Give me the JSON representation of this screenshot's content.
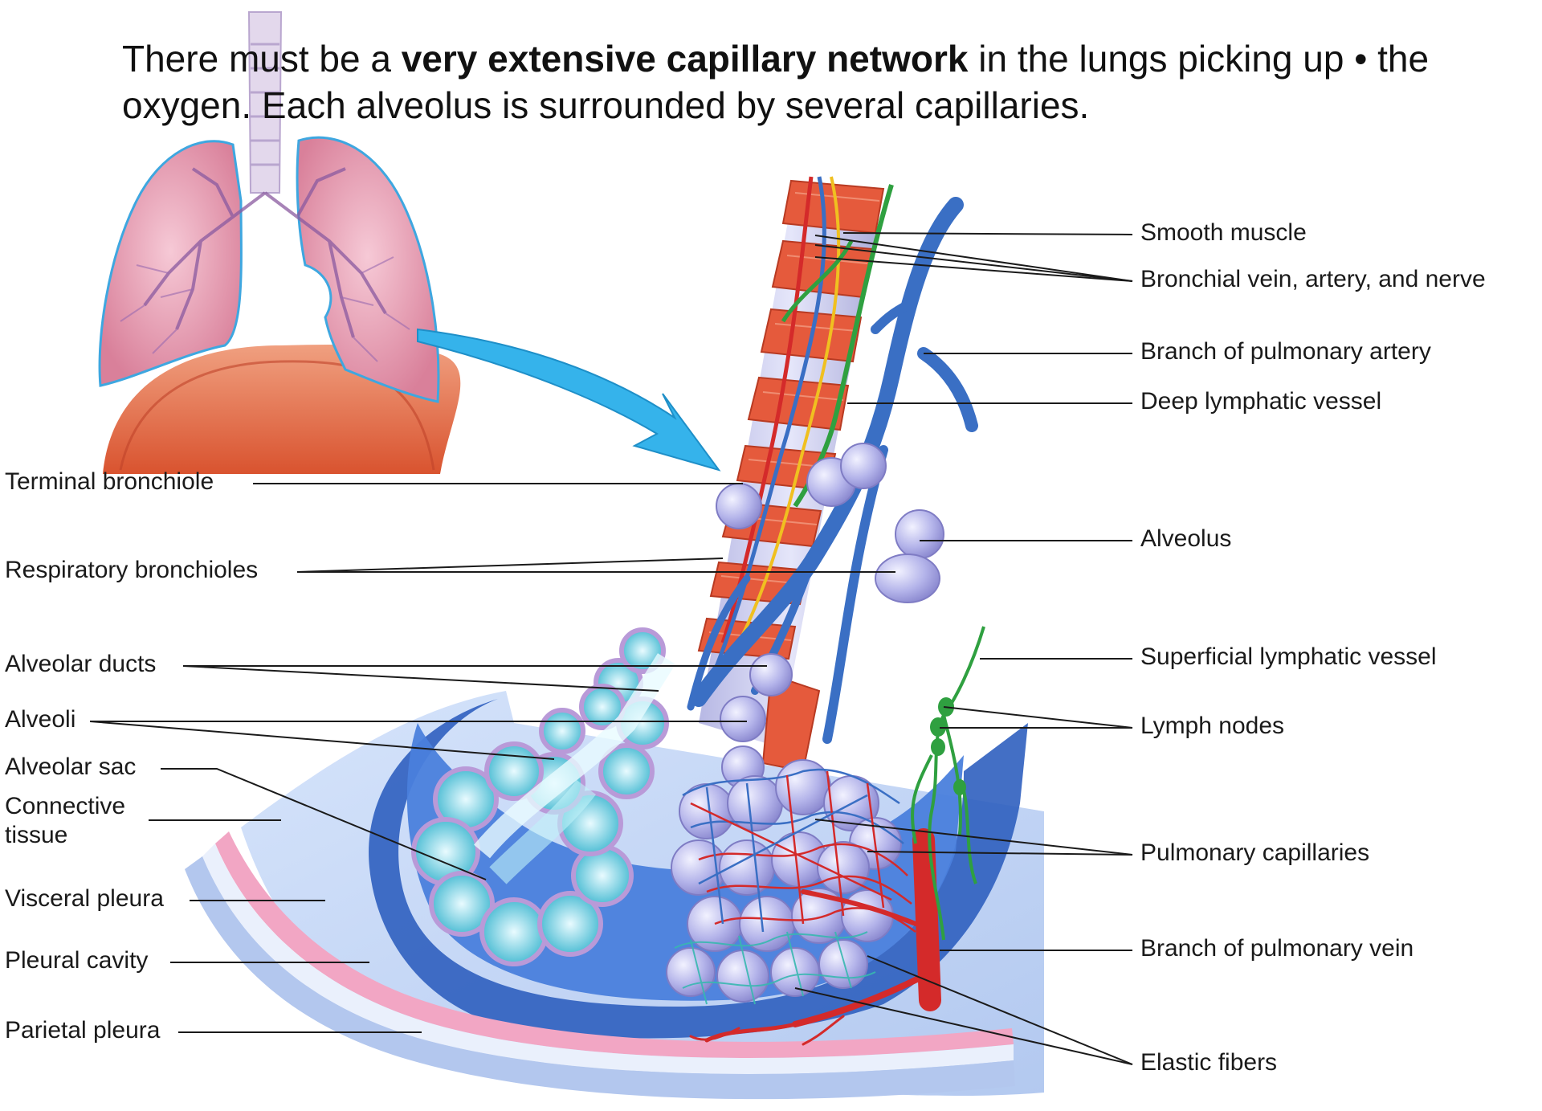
{
  "caption": {
    "part1": "There must be a ",
    "bold": "very extensive capillary network",
    "part2": " in the lungs picking up • the oxygen. Each alveolus is surrounded by several capillaries."
  },
  "labels_left": {
    "terminal_bronchiole": "Terminal bronchiole",
    "respiratory_bronchioles": "Respiratory bronchioles",
    "alveolar_ducts": "Alveolar ducts",
    "alveoli": "Alveoli",
    "alveolar_sac": "Alveolar sac",
    "connective_tissue_1": "Connective",
    "connective_tissue_2": "tissue",
    "visceral_pleura": "Visceral pleura",
    "pleural_cavity": "Pleural cavity",
    "parietal_pleura": "Parietal pleura"
  },
  "labels_right": {
    "smooth_muscle": "Smooth muscle",
    "bronchial_vessels": "Bronchial  vein, artery, and nerve",
    "pulmonary_artery_branch": "Branch of pulmonary artery",
    "deep_lymphatic": "Deep lymphatic vessel",
    "alveolus": "Alveolus",
    "superficial_lymphatic": "Superficial lymphatic vessel",
    "lymph_nodes": "Lymph nodes",
    "pulmonary_capillaries": "Pulmonary capillaries",
    "pulmonary_vein_branch": "Branch of pulmonary vein",
    "elastic_fibers": "Elastic fibers"
  },
  "colors": {
    "lung_pink": "#e8a0b4",
    "muscle_red": "#e05a3a",
    "artery_blue": "#3a6fc4",
    "vein_red": "#d42a2a",
    "lymph_green": "#2fa040",
    "nerve_yellow": "#f0c020",
    "alveolus_lavender": "#b8b8ec",
    "connective_blue": "#3f6fcf",
    "pleura_pink": "#f2a6c4",
    "arrow_cyan": "#33b4ea",
    "duct_cyan": "#4fc4d8"
  }
}
